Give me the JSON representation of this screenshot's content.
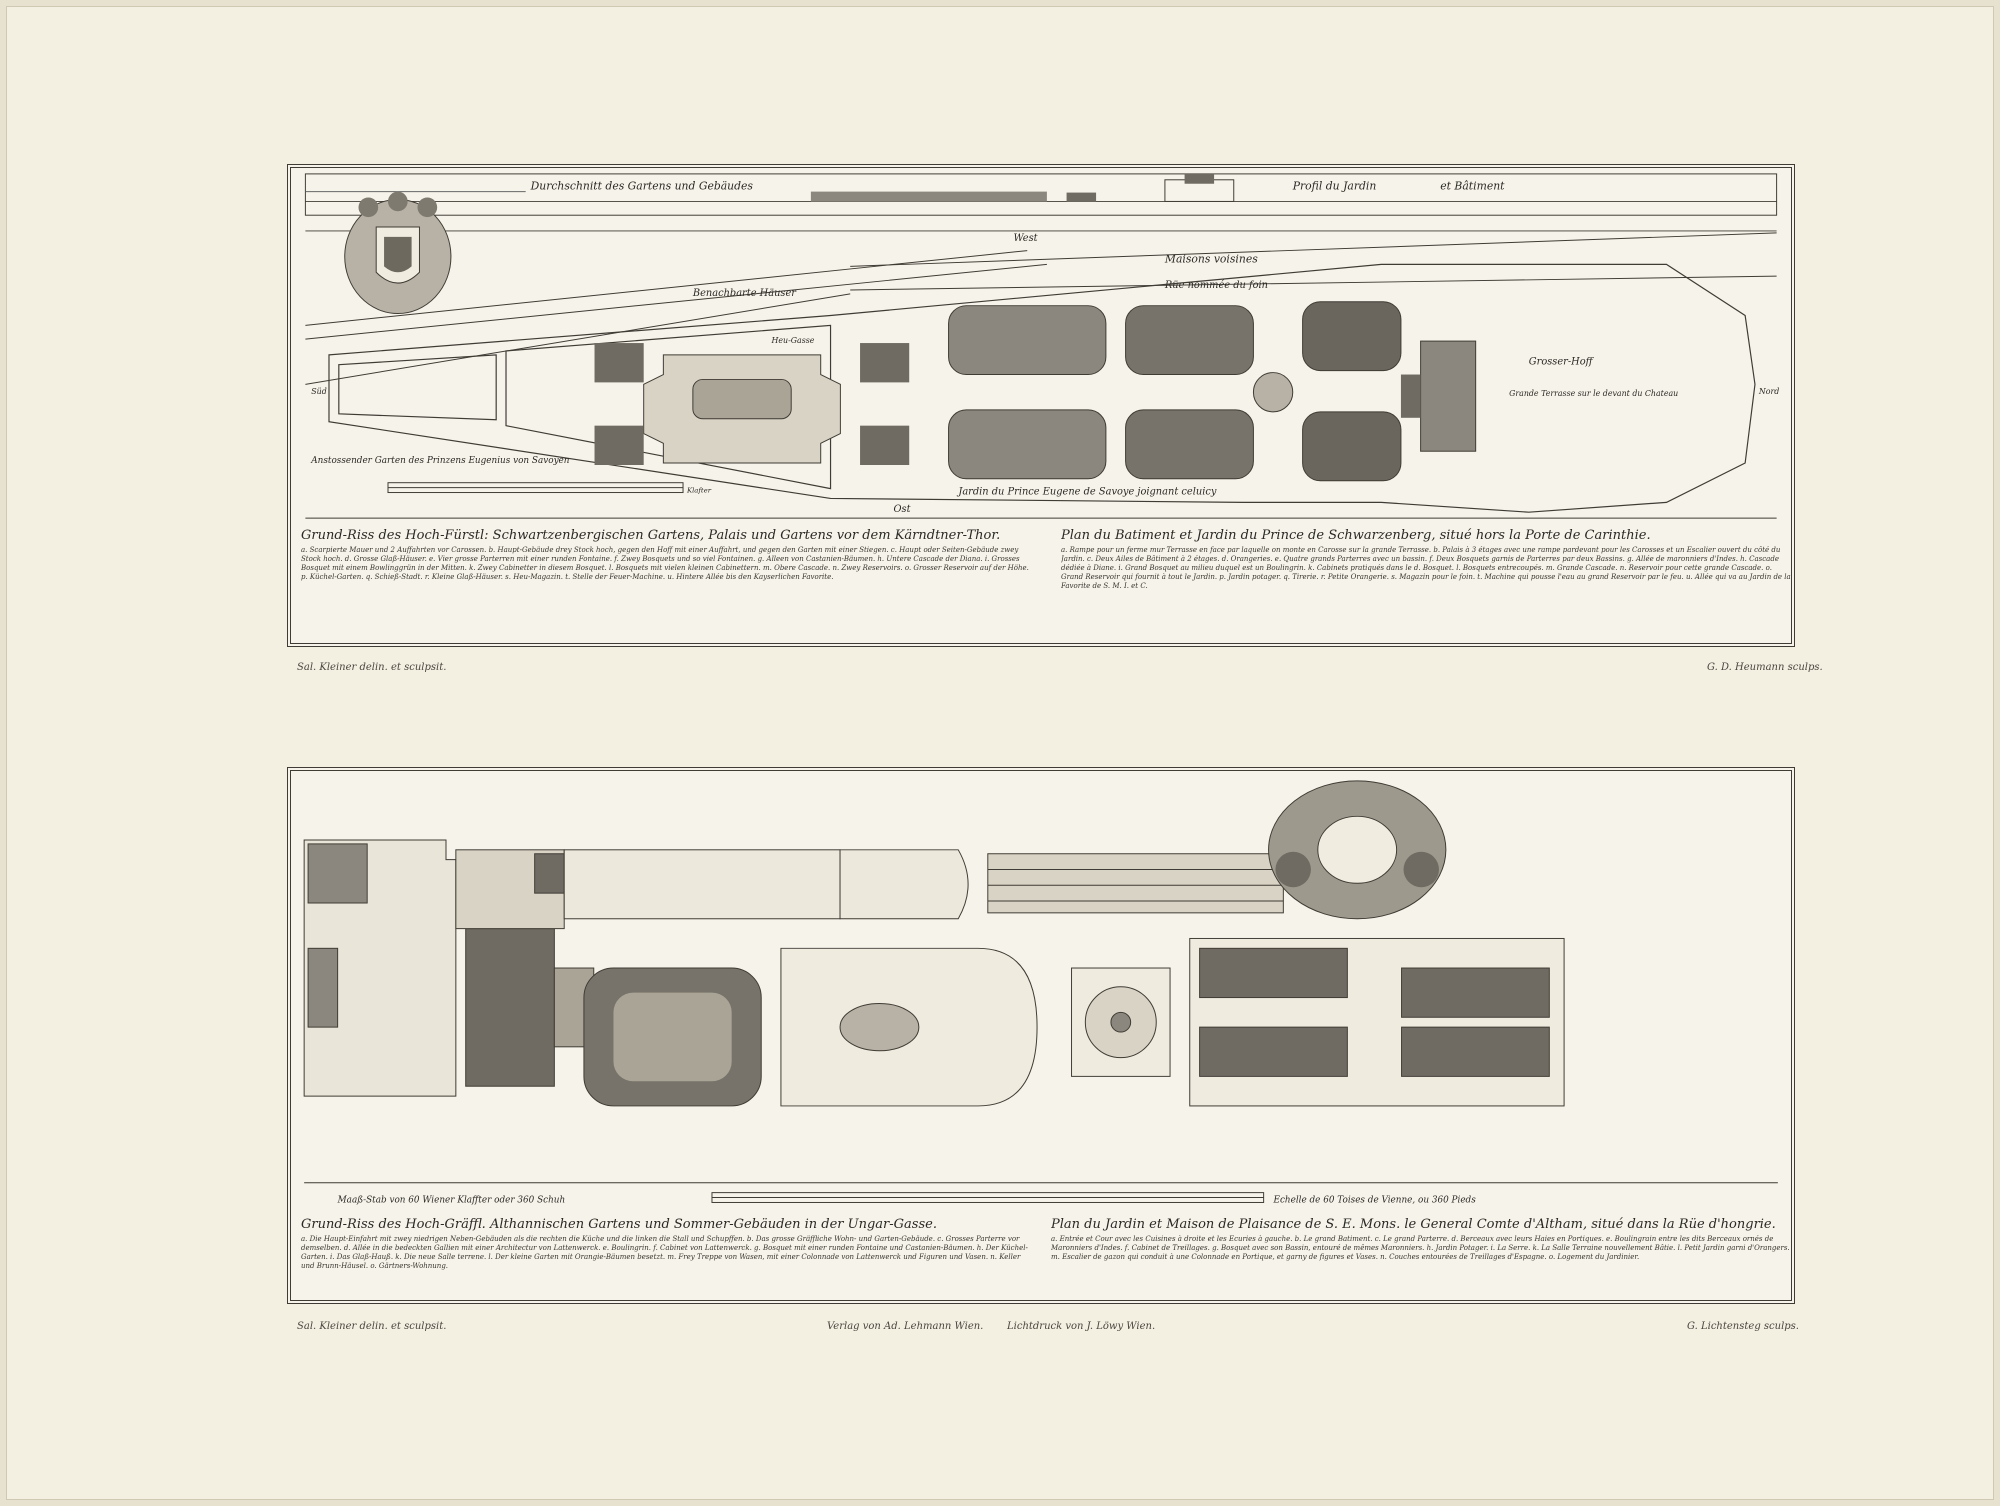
{
  "plate_top": {
    "section_title_de": "Durchschnitt des Gartens und Gebäudes",
    "section_title_fr": "Profil du Jardin",
    "section_title_fr2": "et Bâtiment",
    "label_west": "West",
    "label_maisons": "Maisons voisines",
    "label_rue": "Rüe nommée du foin",
    "label_nachbar": "Benachbarte Häuser",
    "label_heugasse": "Heu-Gasse",
    "label_sud": "Süd",
    "label_nord": "Nord",
    "label_hof": "Grosser-Hoff",
    "label_terrasse": "Grande Terrasse sur le devant du Chateau",
    "label_anstossend": "Anstossender Garten des Prinzens Eugenius von Savoyen",
    "label_klafter": "Klafter",
    "label_jardin_eugene": "Jardin du Prince Eugene de Savoye joignant celuicy",
    "label_ost": "Ost",
    "title_de": "Grund-Riss des Hoch-Fürstl: Schwartzenbergischen Gartens, Palais und Gartens vor dem Kärndtner-Thor.",
    "title_fr": "Plan du Batiment et Jardin du Prince de Schwarzenberg, situé hors la Porte de Carinthie.",
    "legend_de": "a. Scarpierte Mauer und 2 Auffahrten vor Carossen. b. Haupt-Gebäude drey Stock hoch, gegen den Hoff mit einer Auffahrt, und gegen den Garten mit einer Stiegen. c. Haupt oder Seiten-Gebäude zwey Stock hoch. d. Grosse Glaß-Häuser. e. Vier grosse Parterren mit einer runden Fontaine. f. Zwey Bosquets und so viel Fontainen. g. Alleen von Castanien-Bäumen. h. Untere Cascade der Diana. i. Grosses Bosquet mit einem Bowlinggrün in der Mitten. k. Zwey Cabinetter in diesem Bosquet. l. Bosquets mit vielen kleinen Cabinettern. m. Obere Cascade. n. Zwey Reservoirs. o. Grosser Reservoir auf der Höhe. p. Küchel-Garten. q. Schieß-Stadt. r. Kleine Glaß-Häuser. s. Heu-Magazin. t. Stelle der Feuer-Machine. u. Hintere Allée bis den Kayserlichen Favorite.",
    "legend_fr": "a. Rampe pour un ferme mur Terrasse en face par laquelle on monte en Carosse sur la grande Terrasse. b. Palais à 3 étages avec une rampe pardevant pour les Carosses et un Escalier ouvert du côté du Jardin. c. Deux Ailes de Bâtiment à 2 étages. d. Orangeries. e. Quatre grands Parterres avec un bassin. f. Deux Bosquets garnis de Parterres par deux Bassins. g. Allée de maronniers d'Indes. h. Cascade dédiée à Diane. i. Grand Bosquet au milieu duquel est un Boulingrin. k. Cabinets pratiqués dans le d. Bosquet. l. Bosquets entrecoupés. m. Grande Cascade. n. Reservoir pour cette grande Cascade. o. Grand Reservoir qui fournit à tout le Jardin. p. Jardin potager. q. Tirerie. r. Petite Orangerie. s. Magazin pour le foin. t. Machine qui pousse l'eau au grand Reservoir par le feu. u. Allée qui va au Jardin de la Favorite de S. M. I. et C."
  },
  "plate_bottom": {
    "scale_label_de": "Maaß-Stab von 60 Wiener Klaffter oder 360 Schuh",
    "scale_label_fr": "Echelle de 60 Toises de Vienne, ou 360 Pieds",
    "title_de": "Grund-Riss des Hoch-Gräffl. Althannischen Gartens und Sommer-Gebäuden in der Ungar-Gasse.",
    "title_fr": "Plan du Jardin et Maison de Plaisance de S. E. Mons. le General Comte d'Altham, situé dans la Rüe d'hongrie.",
    "legend_de": "a. Die Haupt-Einfahrt mit zwey niedrigen Neben-Gebäuden als die rechten die Küche und die linken die Stall und Schupffen. b. Das grosse Gräffliche Wohn- und Garten-Gebäude. c. Grosses Parterre vor demselben. d. Allée in die bedeckten Gallien mit einer Architectur von Lattenwerck. e. Boulingrin. f. Cabinet von Lattenwerck. g. Bosquet mit einer runden Fontaine und Castanien-Bäumen. h. Der Küchel-Garten. i. Das Glaß-Hauß. k. Die neue Salle terrene. l. Der kleine Garten mit Orangie-Bäumen besetzt. m. Frey Treppe von Wasen, mit einer Colonnade von Lattenwerck und Figuren und Vasen. n. Keller und Brunn-Häusel. o. Gärtners-Wohnung.",
    "legend_fr": "a. Entrée et Cour avec les Cuisines à droite et les Ecuries à gauche. b. Le grand Batiment. c. Le grand Parterre. d. Berceaux avec leurs Haies en Portiques. e. Boulingrain entre les dits Berceaux ornés de Maronniers d'Indes. f. Cabinet de Treillages. g. Bosquet avec son Bassin, entouré de mêmes Maronniers. h. Jardin Potager. i. La Serre. k. La Salle Terraine nouvellement Bâtie. l. Petit Jardin garni d'Orangers. m. Escalier de gazon qui conduit à une Colonnade en Portique, et garny de figures et Vases. n. Couches entourées de Treillages d'Espagne. o. Logement du Jardinier."
  },
  "credits": {
    "top_left": "Sal. Kleiner delin. et sculpsit.",
    "top_right": "G. D. Heumann sculps.",
    "bottom_left": "Sal. Kleiner delin. et sculpsit.",
    "bottom_center_publisher": "Verlag von Ad. Lehmann Wien.",
    "bottom_center_printer": "Lichtdruck von J. Löwy Wien.",
    "bottom_right": "G. Lichtensteg sculps."
  }
}
